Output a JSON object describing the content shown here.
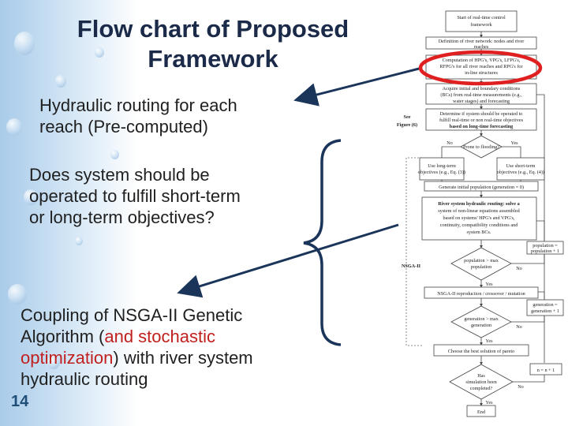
{
  "title": {
    "line1": "Flow chart of Proposed",
    "line2": "Framework"
  },
  "bullets": {
    "b1": {
      "line1": "Hydraulic routing for each",
      "line2": "reach (Pre-computed)"
    },
    "b2": {
      "line1": "Does system should be",
      "line2": "operated to fulfill short-term",
      "line3": "or long-term objectives?"
    },
    "b3": {
      "line1": "Coupling of NSGA-II Genetic",
      "line2_pre": "Algorithm (",
      "line2_red": "and stochastic",
      "line3_red": "optimization",
      "line3_post": ") with river system",
      "line4": "hydraulic routing"
    }
  },
  "slide_number": "14",
  "flowchart": {
    "start": [
      "Start of real-time control",
      "framework"
    ],
    "definition": [
      "Definition of river network: nodes and river",
      "reaches"
    ],
    "computation": [
      "Computation of HPG's, VPG's, LFPG's,",
      "RFPG's for all river reaches and RPG's for",
      "in-line structures"
    ],
    "acquire": [
      "Acquire initial and boundary conditions",
      "(BCs) from real-time measurements (e.g.,",
      "water stages) and forecasting"
    ],
    "see_figure": [
      "See",
      "Figure (6)"
    ],
    "determine": [
      "Determine if system should be operated to",
      "fulfill real-time or non real-time objectives",
      "based on long-time forecasting"
    ],
    "no1": "No",
    "yes1": "Yes",
    "prone": "Prone to flooding?",
    "long_term": [
      "Use long-term",
      "objectives (e.g., Eq. (3))"
    ],
    "short_term": [
      "Use short-term",
      "objectives (e.g., Eq. (4))"
    ],
    "generate": "Generate initial population (generation = 0)",
    "river_hydraulic": [
      "River system hydraulic routing: solve a",
      "system of non-linear equations assembled",
      "based on systems' HPG's and VPG's,",
      "continuity, compatibility conditions and",
      "system BCs."
    ],
    "population_inc": [
      "population =",
      "population + 1"
    ],
    "nsga_label": "NSGA-II",
    "pop_check": [
      "population > max",
      "population"
    ],
    "no2": "No",
    "yes2": "Yes",
    "nsga_ops": "NSGA-II reproduction / crossover / mutation",
    "generation_inc": [
      "generation =",
      "generation + 1"
    ],
    "gen_check": [
      "generation > max",
      "generation"
    ],
    "no3": "No",
    "yes3": "Yes",
    "choose": "Choose the best solution of pareto",
    "n_inc": "n = n + 1",
    "has_sim": [
      "Has",
      "simulation been",
      "completed?"
    ],
    "no4": "No",
    "yes4": "Yes",
    "end": "End"
  }
}
